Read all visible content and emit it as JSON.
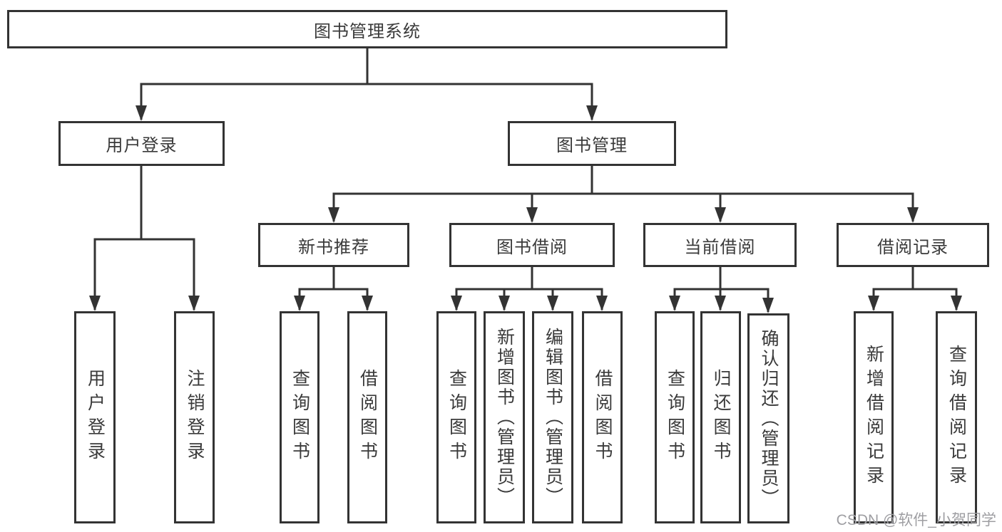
{
  "diagram": {
    "title": "图书管理系统",
    "branches": [
      {
        "label": "用户登录",
        "children": [
          {
            "label": "用户登录"
          },
          {
            "label": "注销登录"
          }
        ]
      },
      {
        "label": "图书管理",
        "children": [
          {
            "label": "新书推荐",
            "children": [
              {
                "label": "查询图书"
              },
              {
                "label": "借阅图书"
              }
            ]
          },
          {
            "label": "图书借阅",
            "children": [
              {
                "label": "查询图书"
              },
              {
                "label": "新增图书（管理员）"
              },
              {
                "label": "编辑图书（管理员）"
              },
              {
                "label": "借阅图书"
              }
            ]
          },
          {
            "label": "当前借阅",
            "children": [
              {
                "label": "查询图书"
              },
              {
                "label": "归还图书"
              },
              {
                "label": "确认归还（管理员）"
              }
            ]
          },
          {
            "label": "借阅记录",
            "children": [
              {
                "label": "新增借阅记录"
              },
              {
                "label": "查询借阅记录"
              }
            ]
          }
        ]
      }
    ]
  },
  "watermark": {
    "text": "CSDN @软件_小贺同学"
  },
  "colors": {
    "line": "#333333",
    "text": "#3a3a3a",
    "watermark": "#9e9ea2",
    "background": "#ffffff"
  }
}
